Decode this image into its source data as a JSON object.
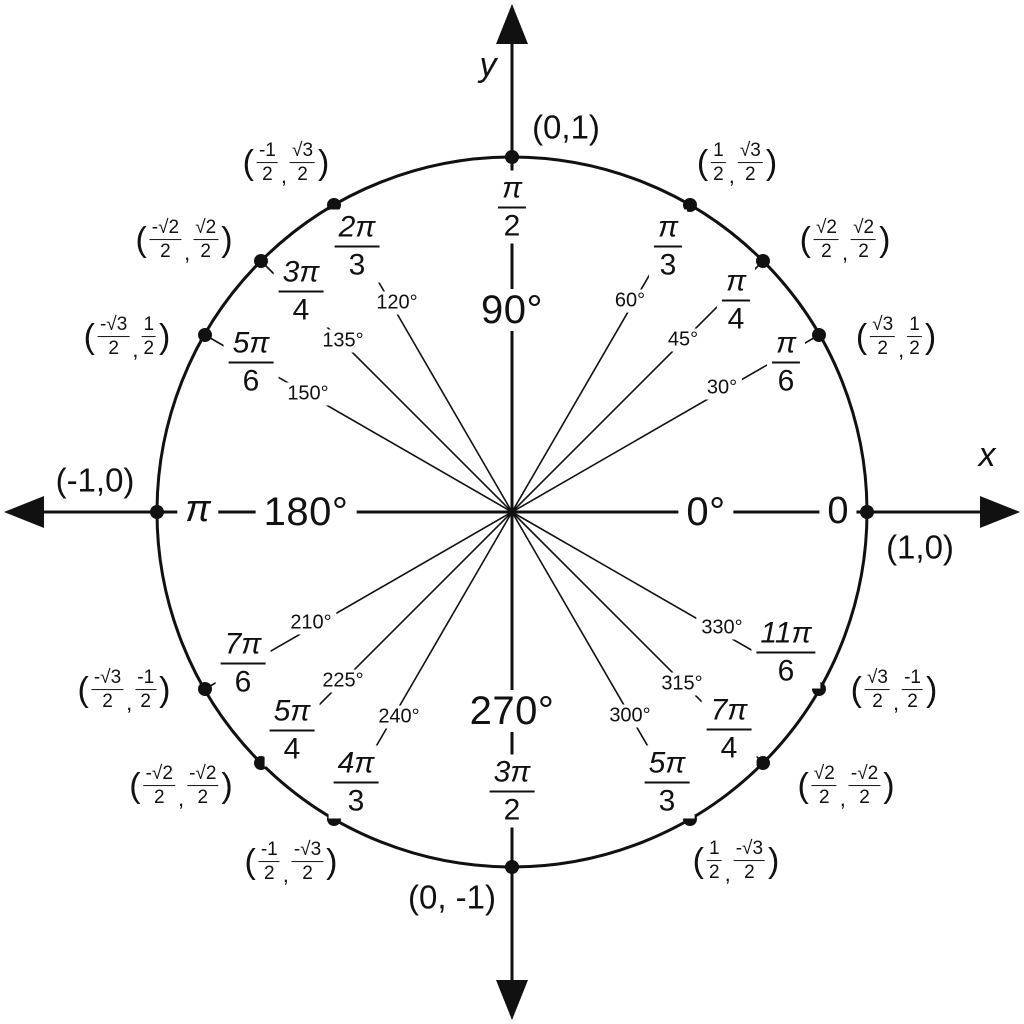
{
  "axes": {
    "x": "x",
    "y": "y"
  },
  "symbols": {
    "lparen": "(",
    "rparen": ")",
    "comma": ","
  },
  "colors": {
    "ink": "#111111",
    "background": "#ffffff"
  },
  "axis_points": {
    "right": {
      "deg": "0°",
      "rad": "0",
      "coord": "(1,0)"
    },
    "top": {
      "deg": "90°",
      "rad_num": "π",
      "rad_den": "2",
      "coord": "(0,1)"
    },
    "left": {
      "deg": "180°",
      "rad": "π",
      "coord": "(-1,0)"
    },
    "bottom": {
      "deg": "270°",
      "rad_num": "3π",
      "rad_den": "2",
      "coord": "(0, -1)"
    }
  },
  "angles": {
    "a30": {
      "deg": "30°",
      "rad_num": "π",
      "rad_den": "6",
      "x_num": "√3",
      "x_den": "2",
      "y_num": "1",
      "y_den": "2"
    },
    "a45": {
      "deg": "45°",
      "rad_num": "π",
      "rad_den": "4",
      "x_num": "√2",
      "x_den": "2",
      "y_num": "√2",
      "y_den": "2"
    },
    "a60": {
      "deg": "60°",
      "rad_num": "π",
      "rad_den": "3",
      "x_num": "1",
      "x_den": "2",
      "y_num": "√3",
      "y_den": "2"
    },
    "a120": {
      "deg": "120°",
      "rad_num": "2π",
      "rad_den": "3",
      "x_num": "-1",
      "x_den": "2",
      "y_num": "√3",
      "y_den": "2"
    },
    "a135": {
      "deg": "135°",
      "rad_num": "3π",
      "rad_den": "4",
      "x_num": "-√2",
      "x_den": "2",
      "y_num": "√2",
      "y_den": "2"
    },
    "a150": {
      "deg": "150°",
      "rad_num": "5π",
      "rad_den": "6",
      "x_num": "-√3",
      "x_den": "2",
      "y_num": "1",
      "y_den": "2"
    },
    "a210": {
      "deg": "210°",
      "rad_num": "7π",
      "rad_den": "6",
      "x_num": "-√3",
      "x_den": "2",
      "y_num": "-1",
      "y_den": "2"
    },
    "a225": {
      "deg": "225°",
      "rad_num": "5π",
      "rad_den": "4",
      "x_num": "-√2",
      "x_den": "2",
      "y_num": "-√2",
      "y_den": "2"
    },
    "a240": {
      "deg": "240°",
      "rad_num": "4π",
      "rad_den": "3",
      "x_num": "-1",
      "x_den": "2",
      "y_num": "-√3",
      "y_den": "2"
    },
    "a300": {
      "deg": "300°",
      "rad_num": "5π",
      "rad_den": "3",
      "x_num": "1",
      "x_den": "2",
      "y_num": "-√3",
      "y_den": "2"
    },
    "a315": {
      "deg": "315°",
      "rad_num": "7π",
      "rad_den": "4",
      "x_num": "√2",
      "x_den": "2",
      "y_num": "-√2",
      "y_den": "2"
    },
    "a330": {
      "deg": "330°",
      "rad_num": "11π",
      "rad_den": "6",
      "x_num": "√3",
      "x_den": "2",
      "y_num": "-1",
      "y_den": "2"
    }
  }
}
